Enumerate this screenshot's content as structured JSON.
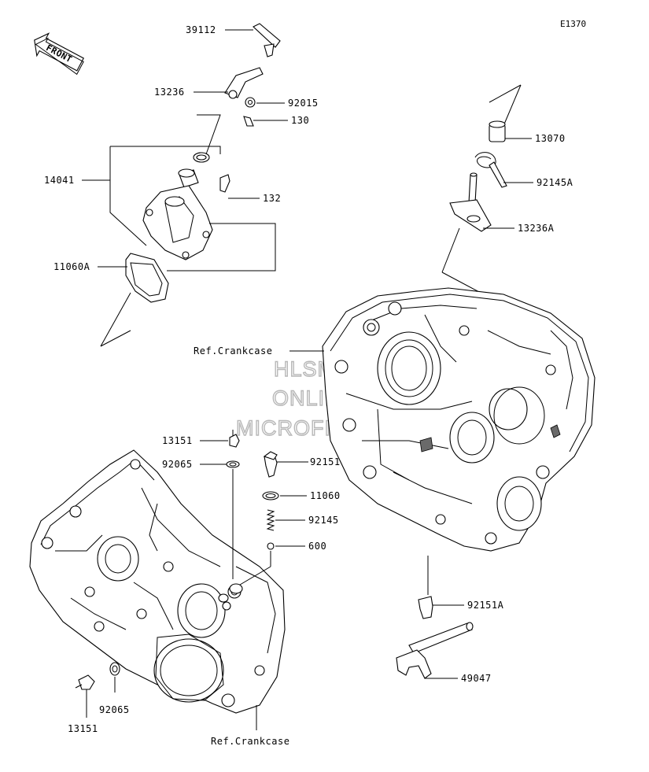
{
  "diagram_code": "E1370",
  "front_label": "FRONT",
  "watermark": [
    "HLSM'S",
    "ONLINE",
    "MICROFICHE"
  ],
  "labels": {
    "p39112": "39112",
    "p13236": "13236",
    "p92015": "92015",
    "p130": "130",
    "p14041": "14041",
    "p132": "132",
    "p11060A": "11060A",
    "p13070": "13070",
    "p92145A": "92145A",
    "p13236A": "13236A",
    "ref_crankcase_top": "Ref.Crankcase",
    "p13151_top": "13151",
    "p92065_top": "92065",
    "p92151": "92151",
    "p11060": "11060",
    "p92145": "92145",
    "p600": "600",
    "p92151A": "92151A",
    "p49047": "49047",
    "p92065_bottom": "92065",
    "p13151_bottom": "13151",
    "ref_crankcase_bottom": "Ref.Crankcase"
  }
}
